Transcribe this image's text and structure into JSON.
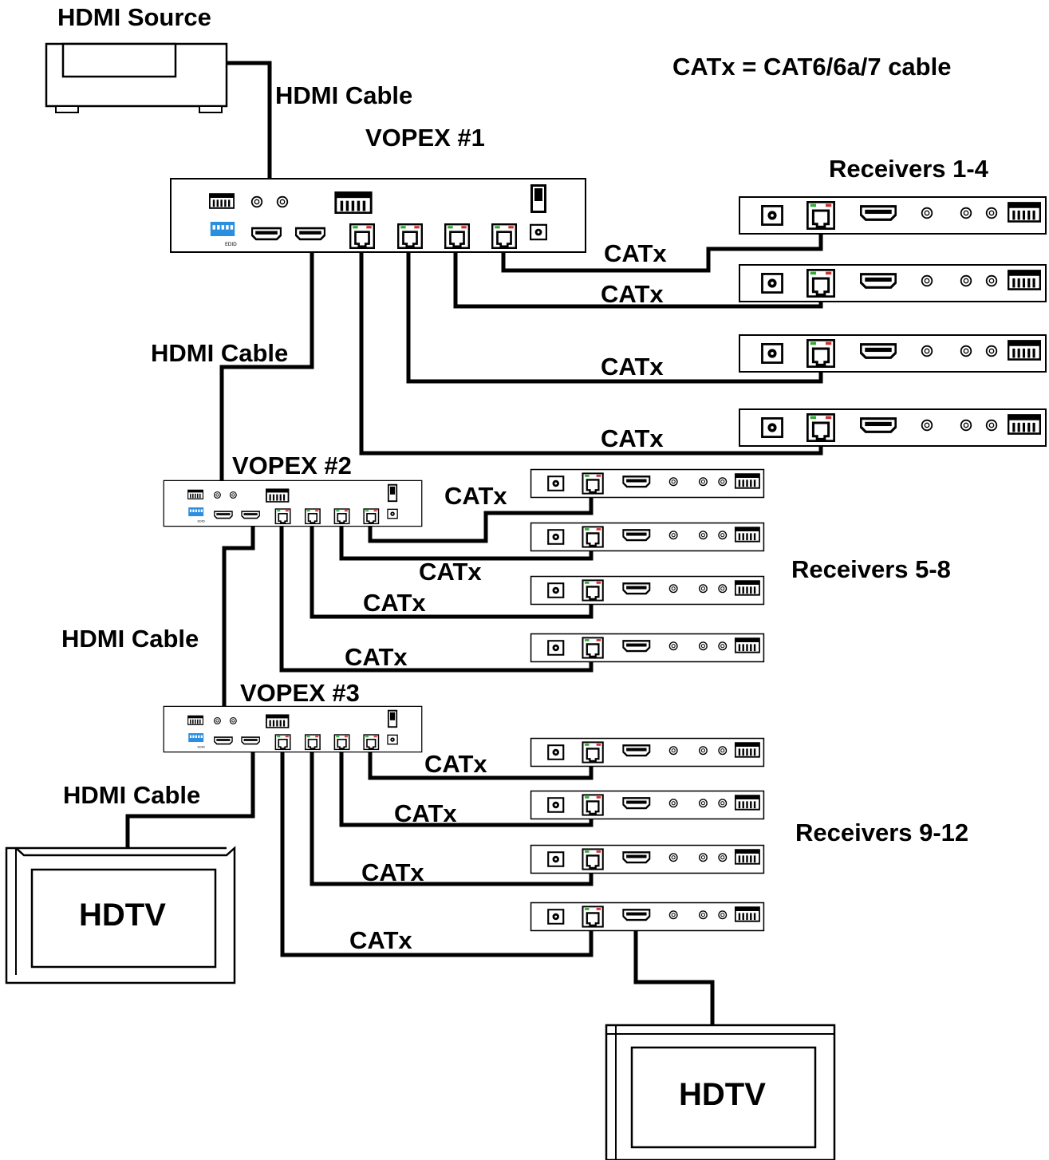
{
  "source_label": "HDMI Source",
  "legend": "CATx = CAT6/6a/7 cable",
  "hdmi_cable_label": "HDMI Cable",
  "catx_label": "CATx",
  "transmitters": [
    "VOPEX #1",
    "VOPEX #2",
    "VOPEX #3"
  ],
  "receiver_groups": [
    "Receivers 1-4",
    "Receivers 5-8",
    "Receivers 9-12"
  ],
  "edid_label": "EDID",
  "display_label": "HDTV"
}
